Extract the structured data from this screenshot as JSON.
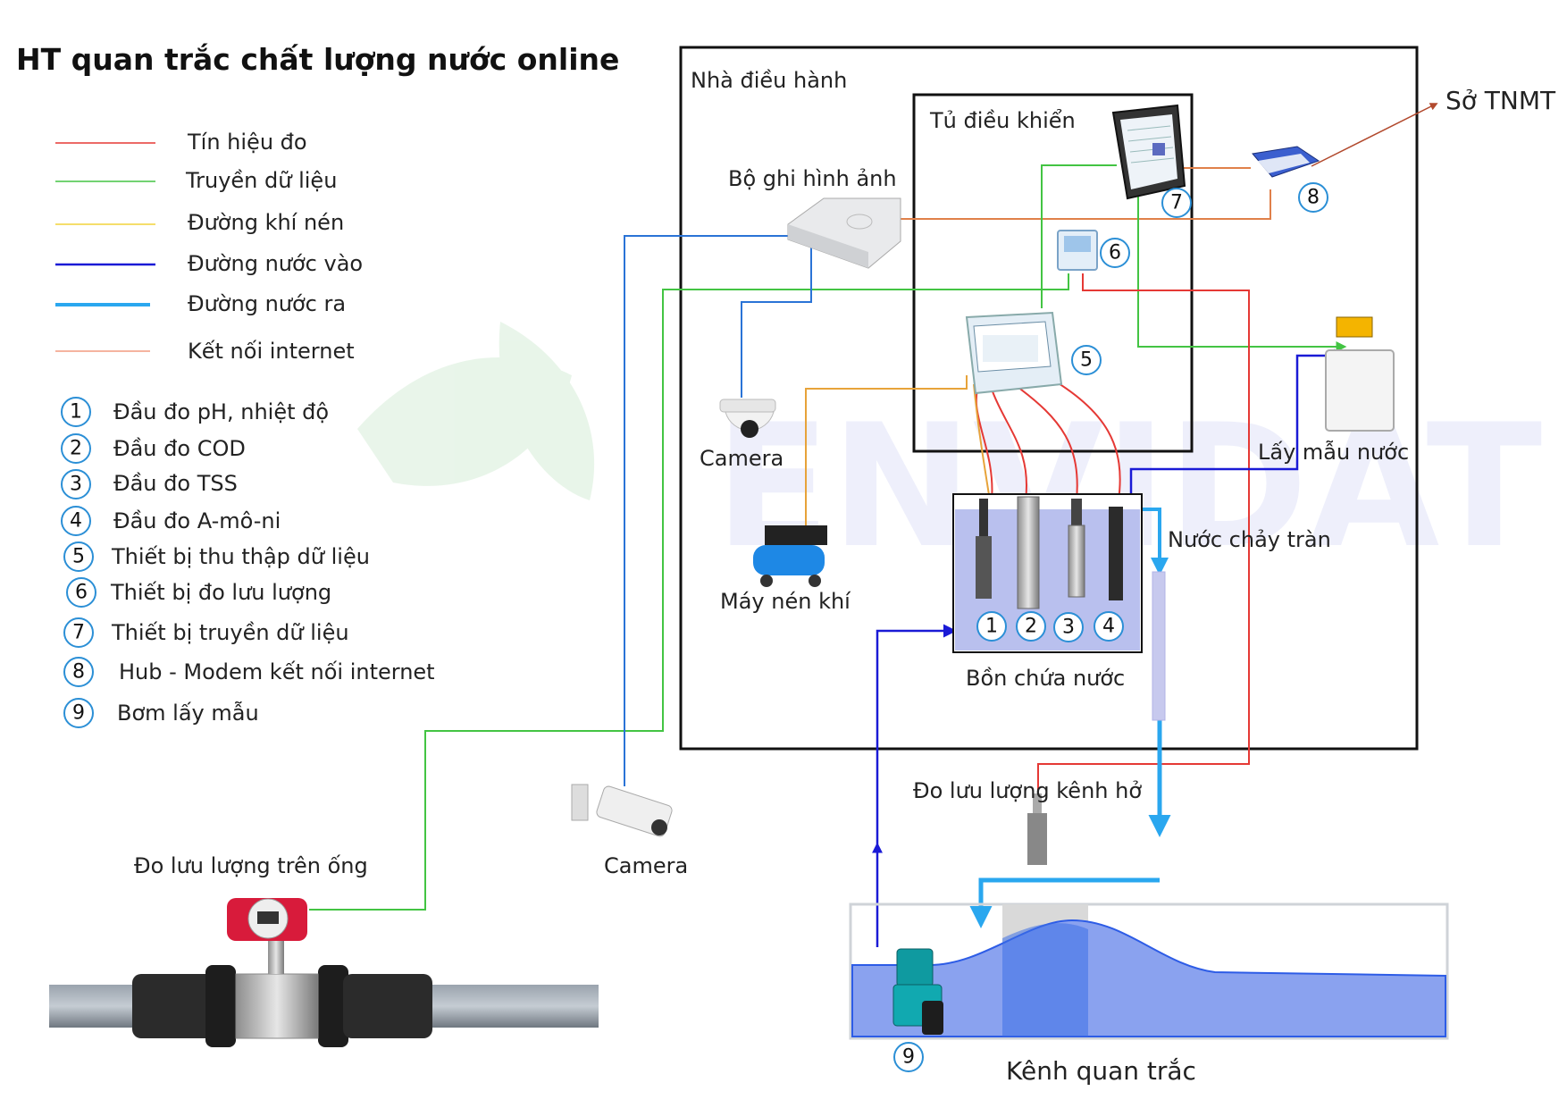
{
  "title": "HT quan trắc chất lượng nước online",
  "legend": {
    "lines": [
      {
        "label": "Tín hiệu đo",
        "color": "#e53935"
      },
      {
        "label": "Truyền dữ liệu",
        "color": "#43c443"
      },
      {
        "label": "Đường khí nén",
        "color": "#f2d43a"
      },
      {
        "label": "Đường nước vào",
        "color": "#1a1ad6"
      },
      {
        "label": "Đường nước ra",
        "color": "#2aa7ef"
      },
      {
        "label": "Kết nối internet",
        "color": "#f29b80"
      }
    ],
    "items": [
      {
        "num": "1",
        "label": "Đầu đo pH, nhiệt độ"
      },
      {
        "num": "2",
        "label": "Đầu đo COD"
      },
      {
        "num": "3",
        "label": "Đầu đo TSS"
      },
      {
        "num": "4",
        "label": "Đầu đo A-mô-ni"
      },
      {
        "num": "5",
        "label": "Thiết bị thu thập dữ liệu"
      },
      {
        "num": "6",
        "label": "Thiết bị đo lưu lượng"
      },
      {
        "num": "7",
        "label": "Thiết bị truyền dữ liệu"
      },
      {
        "num": "8",
        "label": "Hub - Modem kết nối internet"
      },
      {
        "num": "9",
        "label": "Bơm lấy mẫu"
      }
    ]
  },
  "labels": {
    "house": "Nhà điều hành",
    "cabinet": "Tủ điều khiển",
    "recorder": "Bộ ghi hình ảnh",
    "camera_in": "Camera",
    "compressor": "Máy nén khí",
    "tank": "Bồn chứa nước",
    "overflow": "Nước chảy tràn",
    "sampler": "Lấy mẫu nước",
    "agency": "Sở TNMT",
    "open_flow": "Đo lưu lượng kênh hở",
    "pipe_flow": "Đo lưu lượng trên ống",
    "camera_out": "Camera",
    "channel": "Kênh quan trắc"
  },
  "watermark": "ENVIDAT",
  "badges": {
    "b5": "5",
    "b6": "6",
    "b7": "7",
    "b8": "8",
    "b9": "9",
    "t1": "1",
    "t2": "2",
    "t3": "3",
    "t4": "4"
  }
}
